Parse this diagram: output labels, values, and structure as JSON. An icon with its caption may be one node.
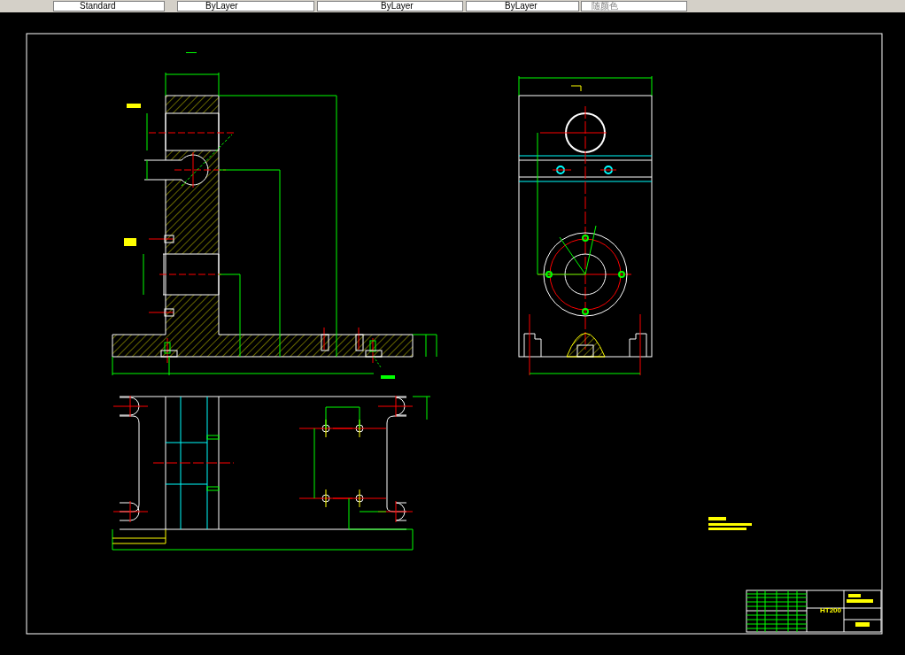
{
  "diagram": {
    "labels": [
      "Standard",
      "ByLayer",
      "ByLayer",
      "ByLayer",
      "随颜色",
      "HT200"
    ]
  }
}
